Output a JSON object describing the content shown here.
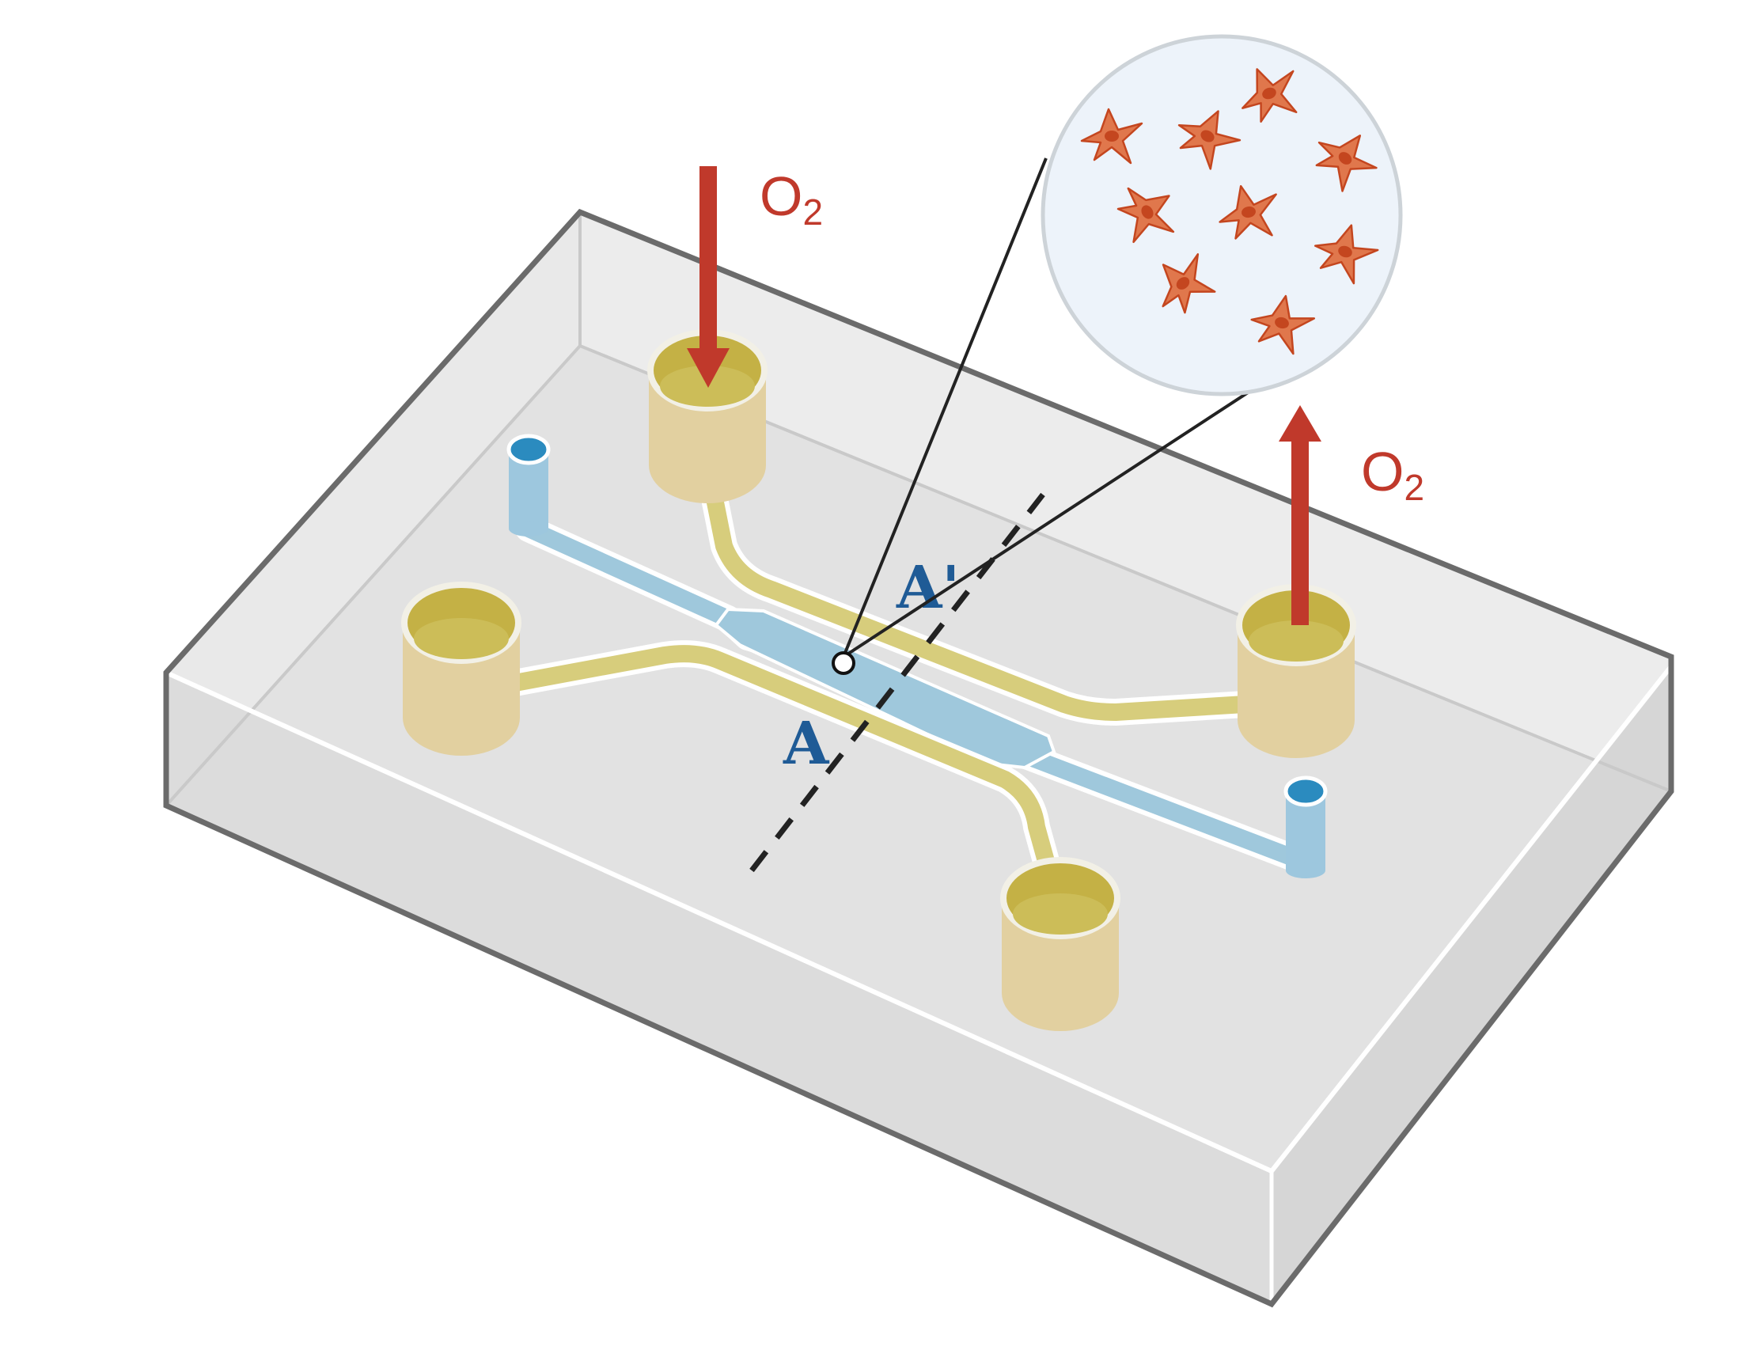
{
  "diagram": {
    "labels": {
      "oxygen_in": {
        "main": "O",
        "sub": "2"
      },
      "oxygen_out": {
        "main": "O",
        "sub": "2"
      },
      "section_start": "A",
      "section_end": "A'"
    },
    "colors": {
      "chip_edge": "#6b6b6b",
      "chip_fill": "#e3e3e3",
      "yellow_channel": "#d7cd7c",
      "yellow_reservoir": "#e2d0a0",
      "reservoir_liquid": "#c4b145",
      "blue_channel": "#9fc8dc",
      "blue_port": "#9dc7de",
      "oxygen_arrow": "#c0392b",
      "cell": "#e0774c",
      "cell_nucleus": "#c4461f",
      "inset_fill": "#edf3fa",
      "label_blue": "#1f5b96"
    },
    "icons": [
      "oxygen-arrow-down",
      "oxygen-arrow-up",
      "cell-icon",
      "magnifier-circle"
    ]
  }
}
